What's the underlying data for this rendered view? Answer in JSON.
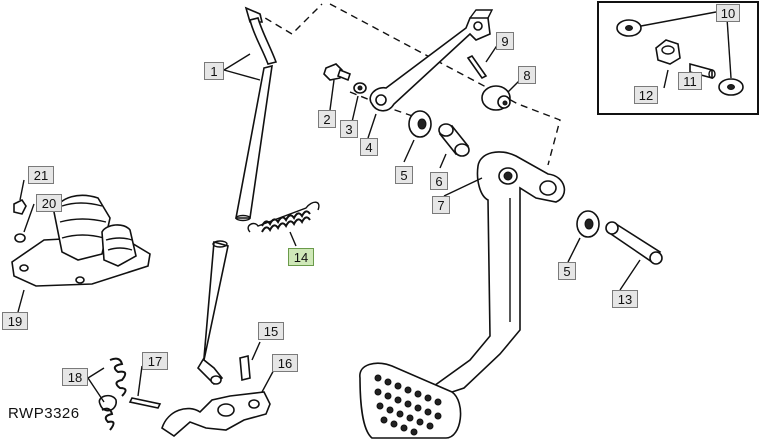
{
  "drawing_id": "RWP3326",
  "callouts": [
    {
      "id": "c1",
      "label": "1"
    },
    {
      "id": "c2",
      "label": "2"
    },
    {
      "id": "c3",
      "label": "3"
    },
    {
      "id": "c4",
      "label": "4"
    },
    {
      "id": "c5a",
      "label": "5"
    },
    {
      "id": "c5b",
      "label": "5"
    },
    {
      "id": "c6",
      "label": "6"
    },
    {
      "id": "c7",
      "label": "7"
    },
    {
      "id": "c8",
      "label": "8"
    },
    {
      "id": "c9",
      "label": "9"
    },
    {
      "id": "c10",
      "label": "10"
    },
    {
      "id": "c11",
      "label": "11"
    },
    {
      "id": "c12",
      "label": "12"
    },
    {
      "id": "c13",
      "label": "13"
    },
    {
      "id": "c14",
      "label": "14"
    },
    {
      "id": "c15",
      "label": "15"
    },
    {
      "id": "c16",
      "label": "16"
    },
    {
      "id": "c17",
      "label": "17"
    },
    {
      "id": "c18",
      "label": "18"
    },
    {
      "id": "c19",
      "label": "19"
    },
    {
      "id": "c20",
      "label": "20"
    },
    {
      "id": "c21",
      "label": "21"
    }
  ],
  "highlighted_callout": "14",
  "colors": {
    "line": "#111111",
    "callout_fill": "#e6e6e6",
    "highlight_fill": "#cfe8b8"
  }
}
